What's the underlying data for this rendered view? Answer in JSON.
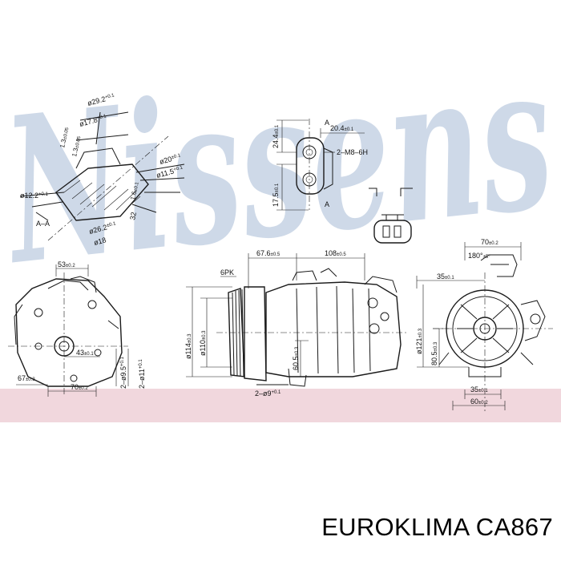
{
  "watermark": {
    "text": "Nissens",
    "color": "#c6d3e4"
  },
  "band_color": "#f1d7dd",
  "section_labels": {
    "section_a": "A–A",
    "arrow_a1": "A",
    "arrow_a2": "A"
  },
  "dims": {
    "d_29_2": "ø29.2",
    "d_29_2_tol": "+0.1",
    "d_17_8": "ø17.8",
    "d_17_8_tol": "+0.1",
    "d_1_3a": "1.3",
    "d_1_3a_tol": "±0.05",
    "d_1_3b": "1.3",
    "d_1_3b_tol": "±0.05",
    "d_20": "ø20",
    "d_20_tol": "±0.1",
    "d_11_5": "ø11.5",
    "d_11_5_tol": "+0.1",
    "d_1_6": "1.6",
    "d_1_6_tol": "±0.1",
    "d_12_2": "ø12.2",
    "d_12_2_tol": "+0.1",
    "d_26_2": "ø26.2",
    "d_26_2_tol": "±0.1",
    "d_18": "ø18",
    "d_32": "32",
    "d_24_4": "24.4",
    "d_24_4_tol": "±0.1",
    "d_20_4": "20.4",
    "d_20_4_tol": "±0.1",
    "thread": "2–M8–6H",
    "d_17_5": "17.5",
    "d_17_5_tol": "±0.1",
    "d_53": "53",
    "d_53_tol": "±0.2",
    "d_43": "43",
    "d_43_tol": "±0.1",
    "d_67": "67",
    "d_67_tol": "±0.3",
    "d_70a": "70",
    "d_70a_tol": "±0.2",
    "hole_9_5": "2–ø9.5",
    "hole_9_5_tol": "+0.1",
    "hole_11": "2–ø11",
    "hole_11_tol": "+0.1",
    "belt": "6PK",
    "d_67_6": "67.6",
    "d_67_6_tol": "±0.5",
    "d_108": "108",
    "d_108_tol": "±0.5",
    "d_114": "ø114",
    "d_114_tol": "±0.3",
    "d_110": "ø110",
    "d_110_tol": "±0.3",
    "d_60_5": "60.5",
    "d_60_5_tol": "±0.3",
    "hole_9": "2–ø9",
    "hole_9_tol": "+0.1",
    "d_70b": "70",
    "d_70b_tol": "±0.2",
    "d_180": "180°",
    "d_180_tol": "±5°",
    "d_35a": "35",
    "d_35a_tol": "±0.1",
    "d_121": "ø121",
    "d_121_tol": "±0.3",
    "d_80_5": "80.5",
    "d_80_5_tol": "±0.3",
    "d_35b": "35",
    "d_35b_tol": "±0.1",
    "d_60": "60",
    "d_60_tol": "±0.2"
  },
  "caption": "EUROKLIMA CA867"
}
